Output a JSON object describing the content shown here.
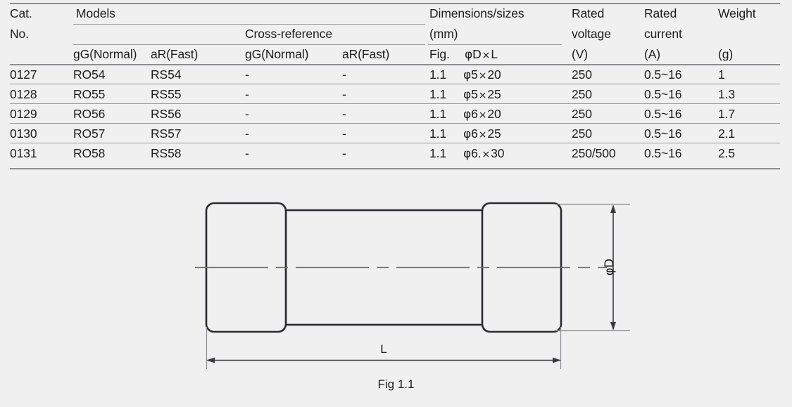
{
  "table": {
    "header": {
      "cat_no_line1": "Cat.",
      "cat_no_line2": "No.",
      "models": "Models",
      "cross_reference": "Cross-reference",
      "dimensions_line1": "Dimensions/sizes",
      "dimensions_line2": "(mm)",
      "rated_voltage_line1": "Rated",
      "rated_voltage_line2": "voltage",
      "rated_current_line1": "Rated",
      "rated_current_line2": "current",
      "weight": "Weight",
      "sub": {
        "models_gg": "gG(Normal)",
        "models_ar": "aR(Fast)",
        "xref_gg": "gG(Normal)",
        "xref_ar": "aR(Fast)",
        "fig": "Fig.",
        "dim": "φD × L",
        "dim_phi": "φ",
        "dim_d": "D",
        "dim_times": "×",
        "dim_l": "L",
        "voltage_unit": "(V)",
        "current_unit": "(A)",
        "weight_unit": "(g)"
      }
    },
    "rows": [
      {
        "cat_no": "0127",
        "model_gg": "RO54",
        "model_ar": "RS54",
        "xref_gg": "-",
        "xref_ar": "-",
        "fig": "1.1",
        "dim_phi": "φ",
        "dim_diameter": "5",
        "dim_times": "×",
        "dim_length": "20",
        "rated_voltage": "250",
        "rated_current": "0.5~16",
        "weight": "1"
      },
      {
        "cat_no": "0128",
        "model_gg": "RO55",
        "model_ar": "RS55",
        "xref_gg": "-",
        "xref_ar": "-",
        "fig": "1.1",
        "dim_phi": "φ",
        "dim_diameter": "5",
        "dim_times": "×",
        "dim_length": "25",
        "rated_voltage": "250",
        "rated_current": "0.5~16",
        "weight": "1.3"
      },
      {
        "cat_no": "0129",
        "model_gg": "RO56",
        "model_ar": "RS56",
        "xref_gg": "-",
        "xref_ar": "-",
        "fig": "1.1",
        "dim_phi": "φ",
        "dim_diameter": "6",
        "dim_times": "×",
        "dim_length": "20",
        "rated_voltage": "250",
        "rated_current": "0.5~16",
        "weight": "1.7"
      },
      {
        "cat_no": "0130",
        "model_gg": "RO57",
        "model_ar": "RS57",
        "xref_gg": "-",
        "xref_ar": "-",
        "fig": "1.1",
        "dim_phi": "φ",
        "dim_diameter": "6",
        "dim_times": "×",
        "dim_length": "25",
        "rated_voltage": "250",
        "rated_current": "0.5~16",
        "weight": "2.1"
      },
      {
        "cat_no": "0131",
        "model_gg": "RO58",
        "model_ar": "RS58",
        "xref_gg": "-",
        "xref_ar": "-",
        "fig": "1.1",
        "dim_phi": "φ",
        "dim_diameter": "6.",
        "dim_times": "×",
        "dim_length": "30",
        "rated_voltage": "250/500",
        "rated_current": "0.5~16",
        "weight": "2.5"
      }
    ]
  },
  "drawing": {
    "caption": "Fig 1.1",
    "dimension_length_label": "L",
    "dimension_diameter_label": "φD"
  },
  "colors": {
    "background": "#f0f0f1",
    "text": "#1c1c1c",
    "rule": "#9a9a9e",
    "drawing_outline": "#2b2b30",
    "drawing_thin": "#6e6e73"
  }
}
